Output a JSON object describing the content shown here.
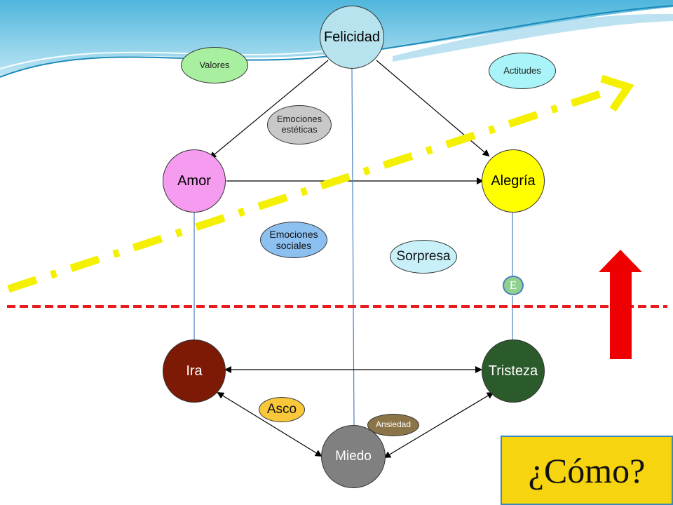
{
  "nodes": {
    "felicidad": "Felicidad",
    "amor": "Amor",
    "alegria": "Alegría",
    "ira": "Ira",
    "tristeza": "Tristeza",
    "miedo": "Miedo",
    "valores": "Valores",
    "actitudes": "Actitudes",
    "emociones_esteticas_l1": "Emociones",
    "emociones_esteticas_l2": "estéticas",
    "emociones_sociales_l1": "Emociones",
    "emociones_sociales_l2": "sociales",
    "sorpresa": "Sorpresa",
    "e_badge": "E",
    "asco": "Asco",
    "ansiedad": "Ansiedad"
  },
  "question": "¿Cómo?",
  "colors": {
    "felicidad": "#b7e3ee",
    "amor": "#f59cf0",
    "alegria": "#ffff00",
    "ira": "#7d1a06",
    "tristeza": "#2b5a2b",
    "miedo": "#808080",
    "valores": "#a8f0a0",
    "actitudes": "#a8f4f8",
    "emociones_esteticas": "#c8c8c8",
    "emociones_sociales": "#8cc0f0",
    "sorpresa": "#c8f0f8",
    "e_badge": "#8fd08f",
    "asco": "#f8c83a",
    "ansiedad": "#8a7448",
    "question_box": "#f6d410",
    "red_line": "#e81c1c",
    "yellow_dash": "#f4f000",
    "arrow_red": "#ee0000"
  }
}
